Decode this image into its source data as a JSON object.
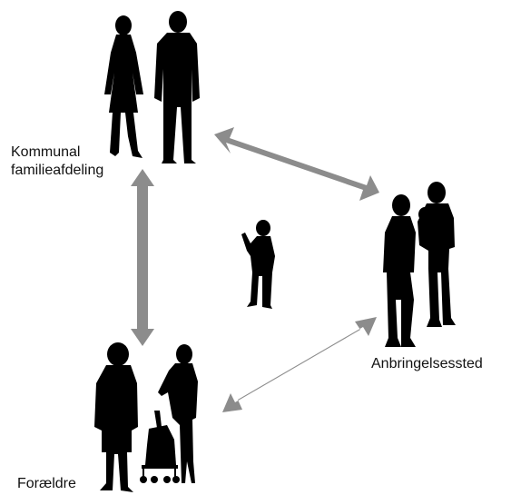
{
  "labels": {
    "kommunal_line1": "Kommunal",
    "kommunal_line2": "familieafdeling",
    "anbringelsessted": "Anbringelsessted",
    "foraeldre": "Forældre"
  },
  "colors": {
    "silhouette": "#000000",
    "arrow": "#8c8c8c",
    "background": "#ffffff"
  }
}
